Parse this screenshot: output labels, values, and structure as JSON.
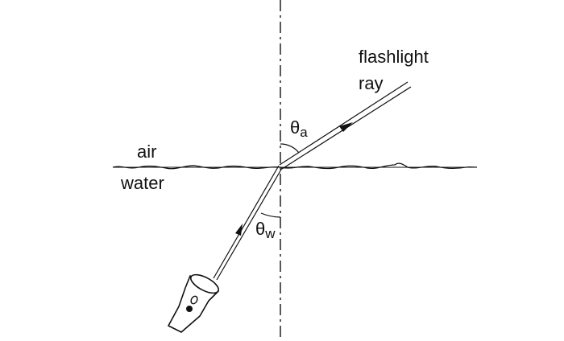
{
  "labels": {
    "ray_line1": "flashlight",
    "ray_line2": "ray",
    "air": "air",
    "water": "water",
    "theta_a_symbol": "θ",
    "theta_a_subscript": "a",
    "theta_w_symbol": "θ",
    "theta_w_subscript": "w"
  },
  "colors": {
    "ink": "#111111",
    "background": "#ffffff"
  },
  "icons": {
    "light_source": "flashlight-icon",
    "direction_marker": "arrowhead-icon"
  }
}
